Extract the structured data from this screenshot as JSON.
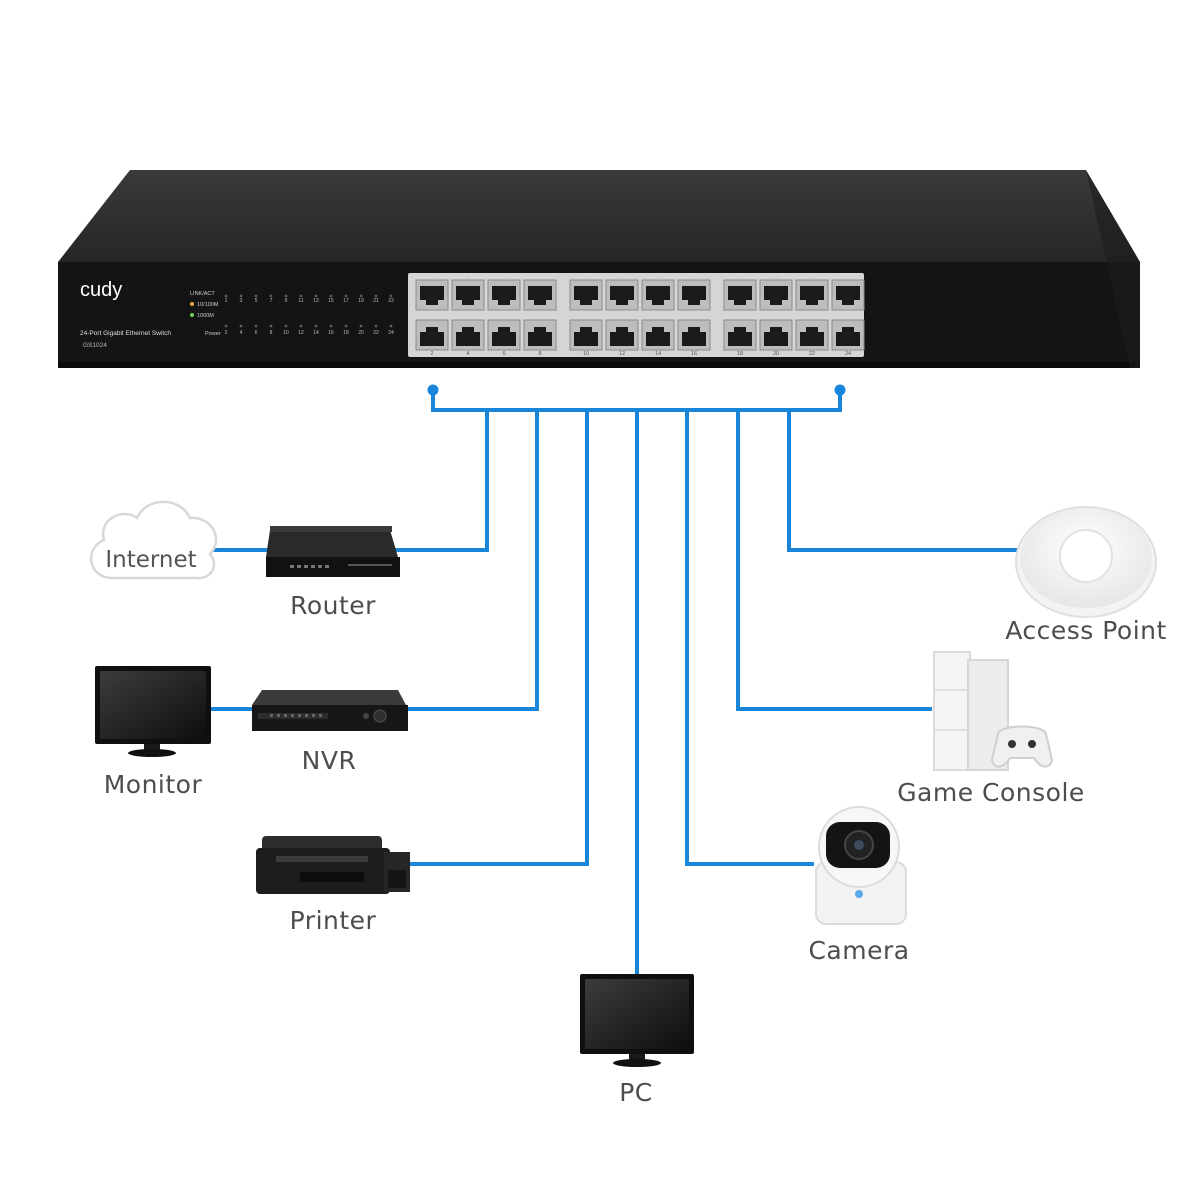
{
  "switch": {
    "brand": "cudy",
    "model_name": "24-Port Gigabit Ethernet Switch",
    "model_number": "GS1024",
    "led_header": "LINK/ACT",
    "led_legend_1": "10/100M",
    "led_legend_2": "1000M",
    "power_label": "Power",
    "odd_ports": [
      "1",
      "3",
      "5",
      "7",
      "9",
      "11",
      "13",
      "15",
      "17",
      "19",
      "21",
      "23"
    ],
    "even_ports": [
      "2",
      "4",
      "6",
      "8",
      "10",
      "12",
      "14",
      "16",
      "18",
      "20",
      "22",
      "24"
    ]
  },
  "devices": {
    "internet": "Internet",
    "router": "Router",
    "nvr": "NVR",
    "monitor": "Monitor",
    "printer": "Printer",
    "pc": "PC",
    "camera": "Camera",
    "game_console": "Game Console",
    "access_point": "Access Point"
  },
  "colors": {
    "cable": "#1a86d9",
    "switch_body": "#2b2b2b",
    "switch_face": "#111111",
    "label_text": "#4d4d4d"
  }
}
